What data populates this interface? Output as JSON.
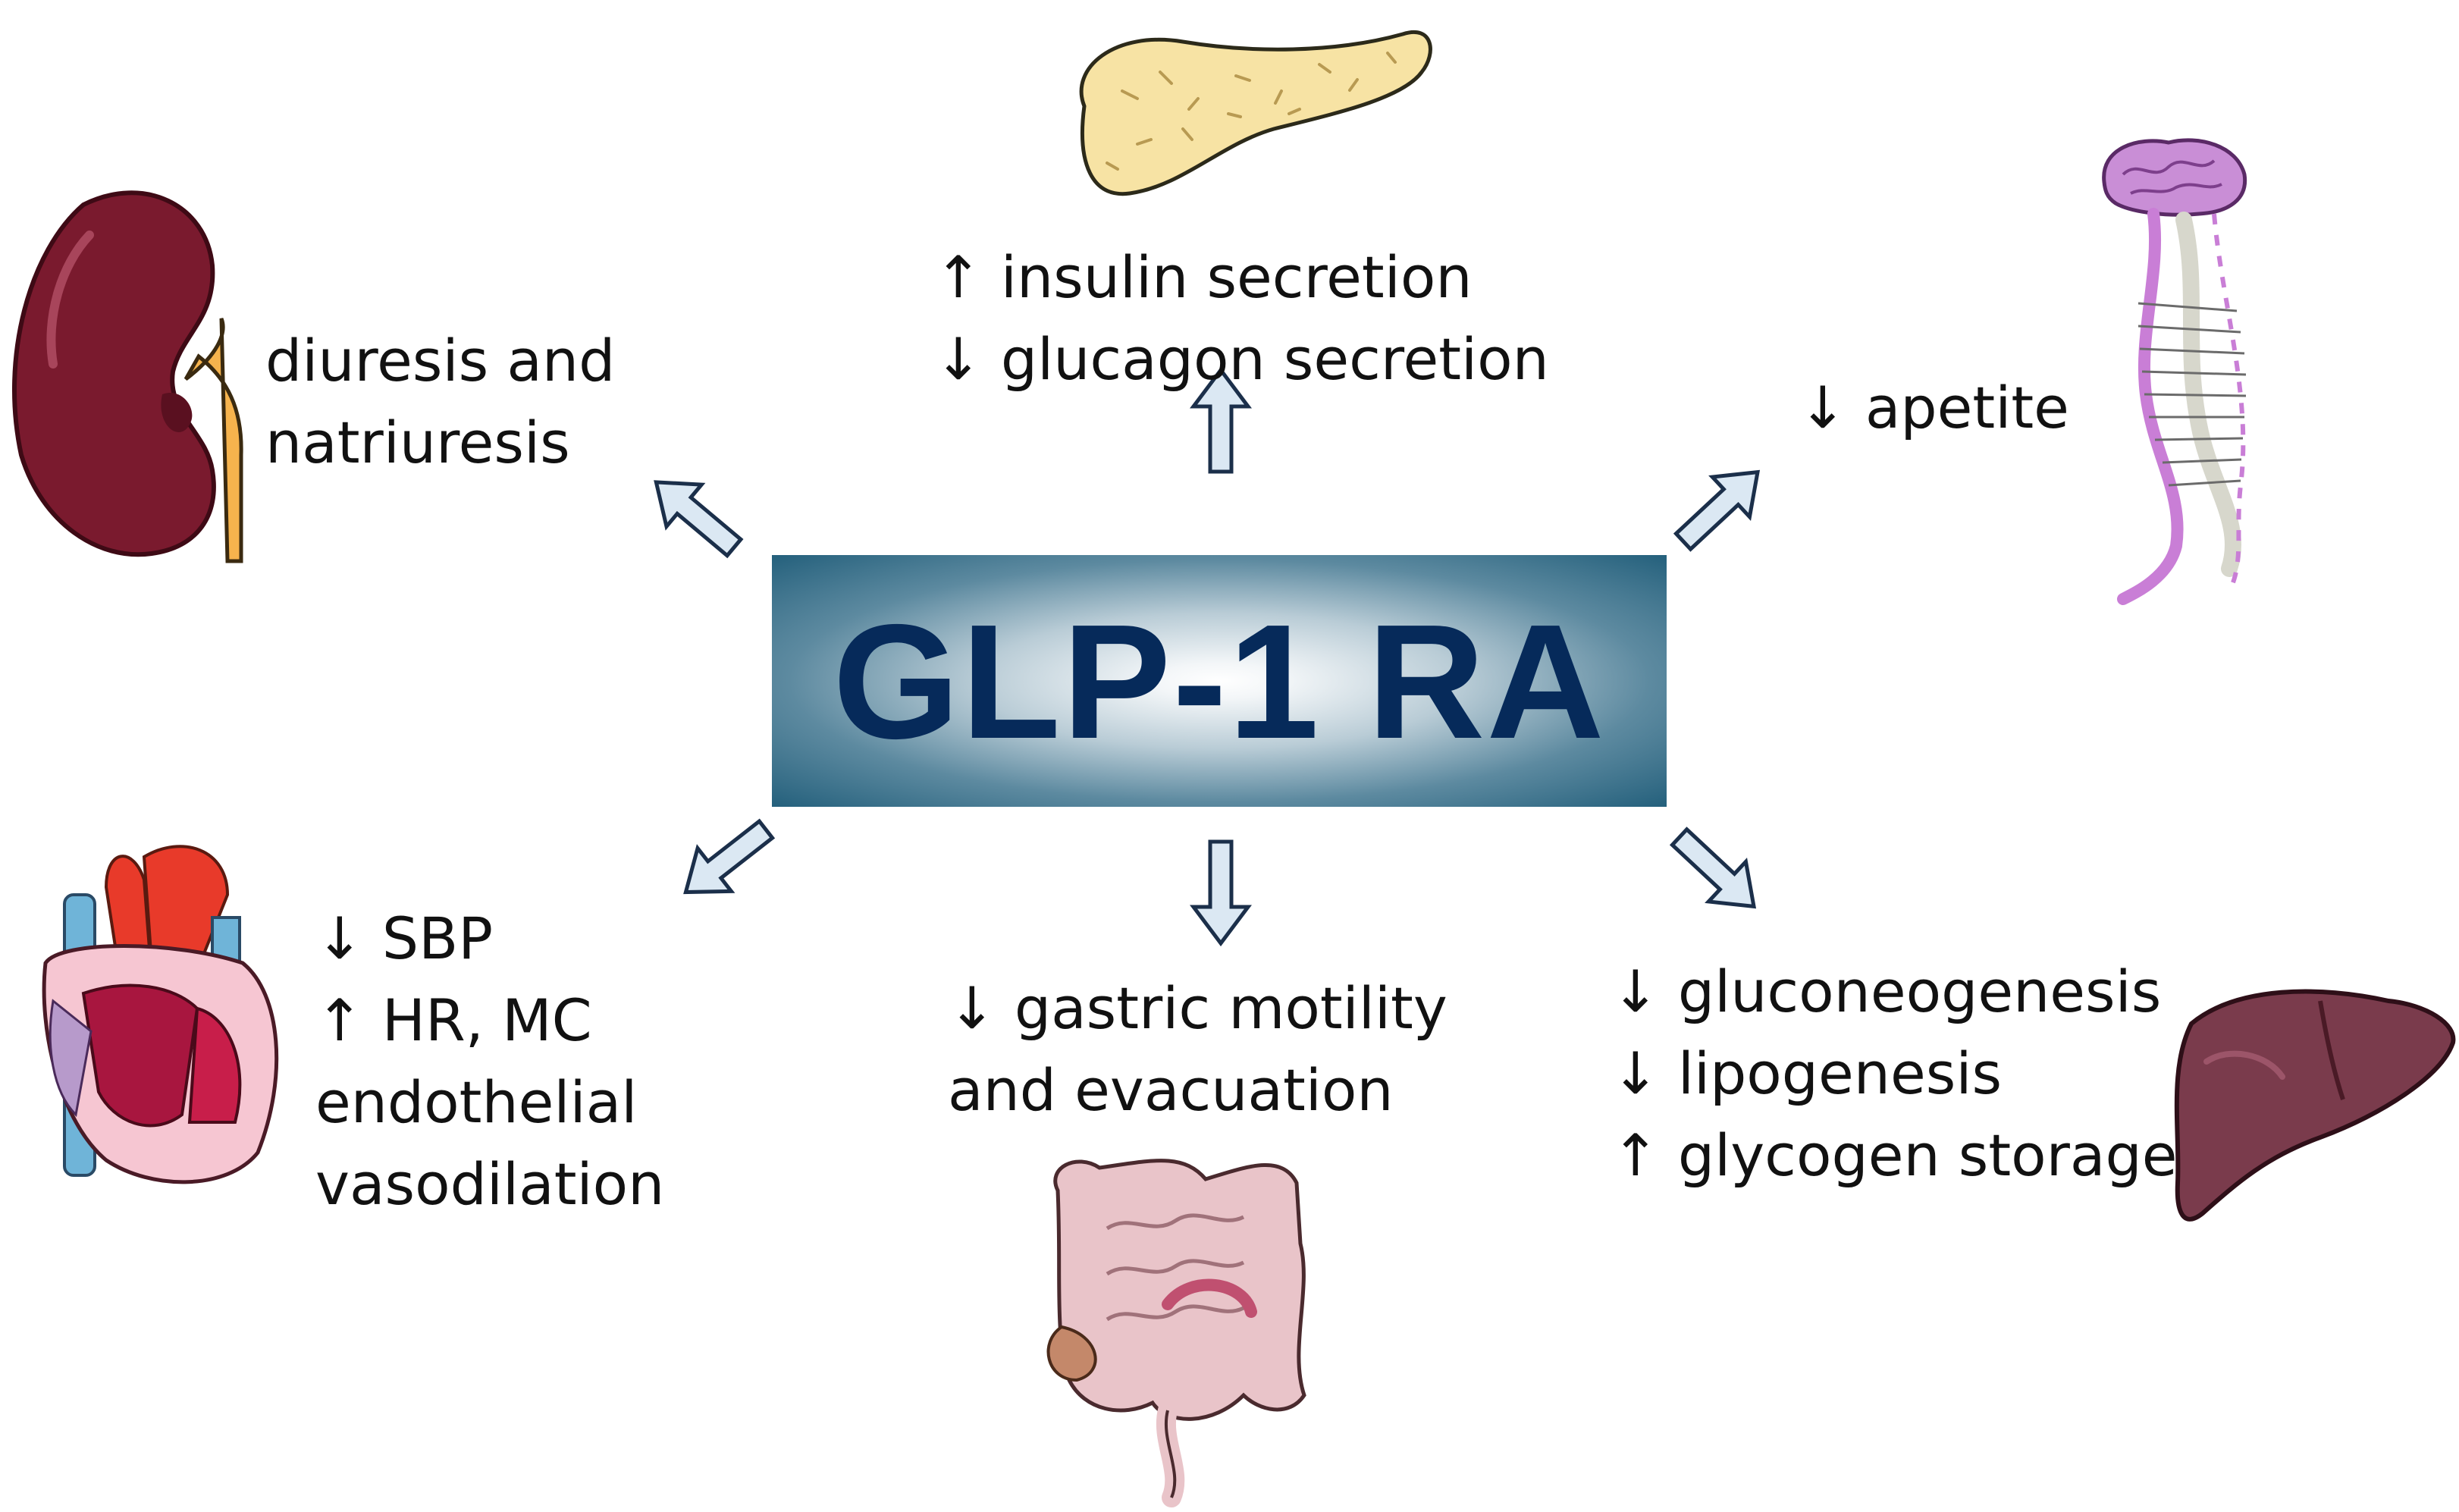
{
  "center": {
    "title": "GLP-1 RA"
  },
  "effects": {
    "kidney": {
      "lines": [
        "diuresis and",
        "natriuresis"
      ]
    },
    "pancreas": {
      "lines": [
        "↑ insulin secretion",
        "↓ glucagon secretion"
      ]
    },
    "brain": {
      "lines": [
        "↓ apetite"
      ]
    },
    "heart": {
      "lines": [
        "↓  SBP",
        "↑ HR, MC",
        "endothelial",
        "vasodilation"
      ]
    },
    "intestine": {
      "lines": [
        "↓ gastric motility",
        "and evacuation"
      ]
    },
    "liver": {
      "lines": [
        "↓  gluconeogenesis",
        "↓ lipogenesis",
        "↑ glycogen storage"
      ]
    }
  },
  "icons": [
    "kidney-icon",
    "pancreas-icon",
    "brain-spine-icon",
    "heart-icon",
    "intestine-icon",
    "liver-icon"
  ],
  "colors": {
    "title": "#062a5a",
    "box_edge": "#24607c",
    "arrow_fill": "#dbe8f3",
    "arrow_stroke": "#1b2f4a",
    "kidney": "#7a1a2e",
    "pancreas": "#f7e3a4",
    "heart": "#c81e4a",
    "liver": "#7a3b4c",
    "intestine": "#e9c4c9"
  }
}
